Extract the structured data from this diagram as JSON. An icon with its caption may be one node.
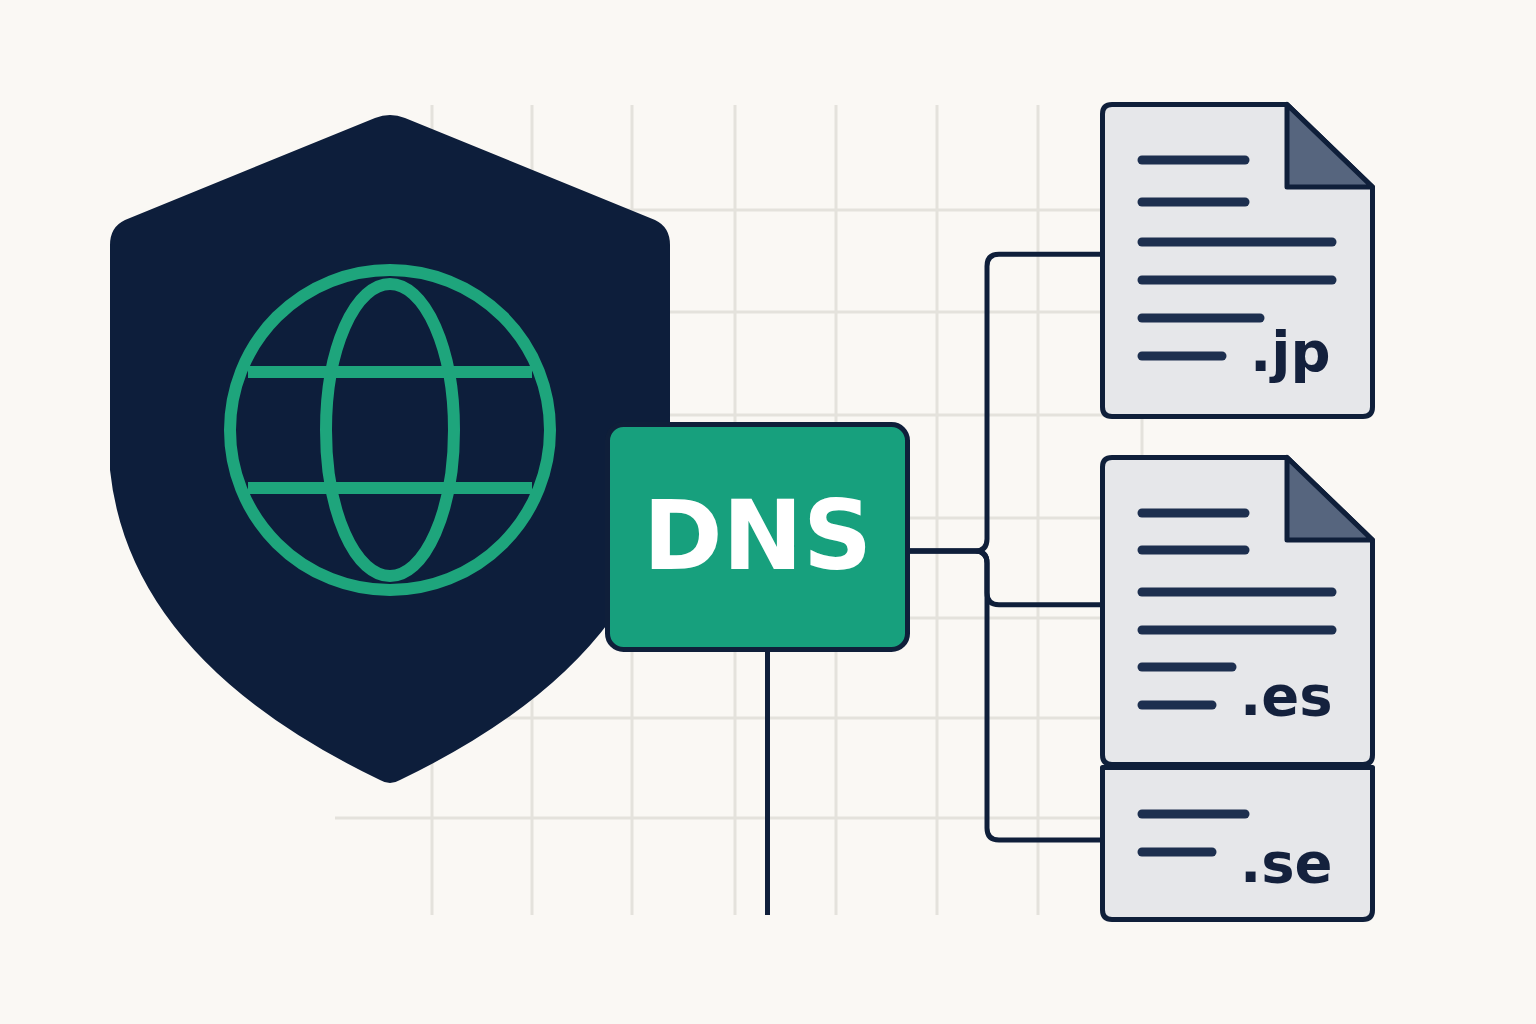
{
  "diagram": {
    "nodes": [
      {
        "text": [
          "DNS"
        ]
      },
      {
        "text": [
          ".jp"
        ]
      },
      {
        "text": [
          ".es"
        ]
      },
      {
        "text": [
          ".se"
        ]
      }
    ],
    "edges": [
      {
        "from": 0,
        "to": 1,
        "arrow": "none"
      },
      {
        "from": 0,
        "to": 2,
        "arrow": "none"
      },
      {
        "from": 0,
        "to": 3,
        "arrow": "none"
      },
      {
        "from": 0,
        "to": null,
        "arrow": "none"
      }
    ]
  }
}
